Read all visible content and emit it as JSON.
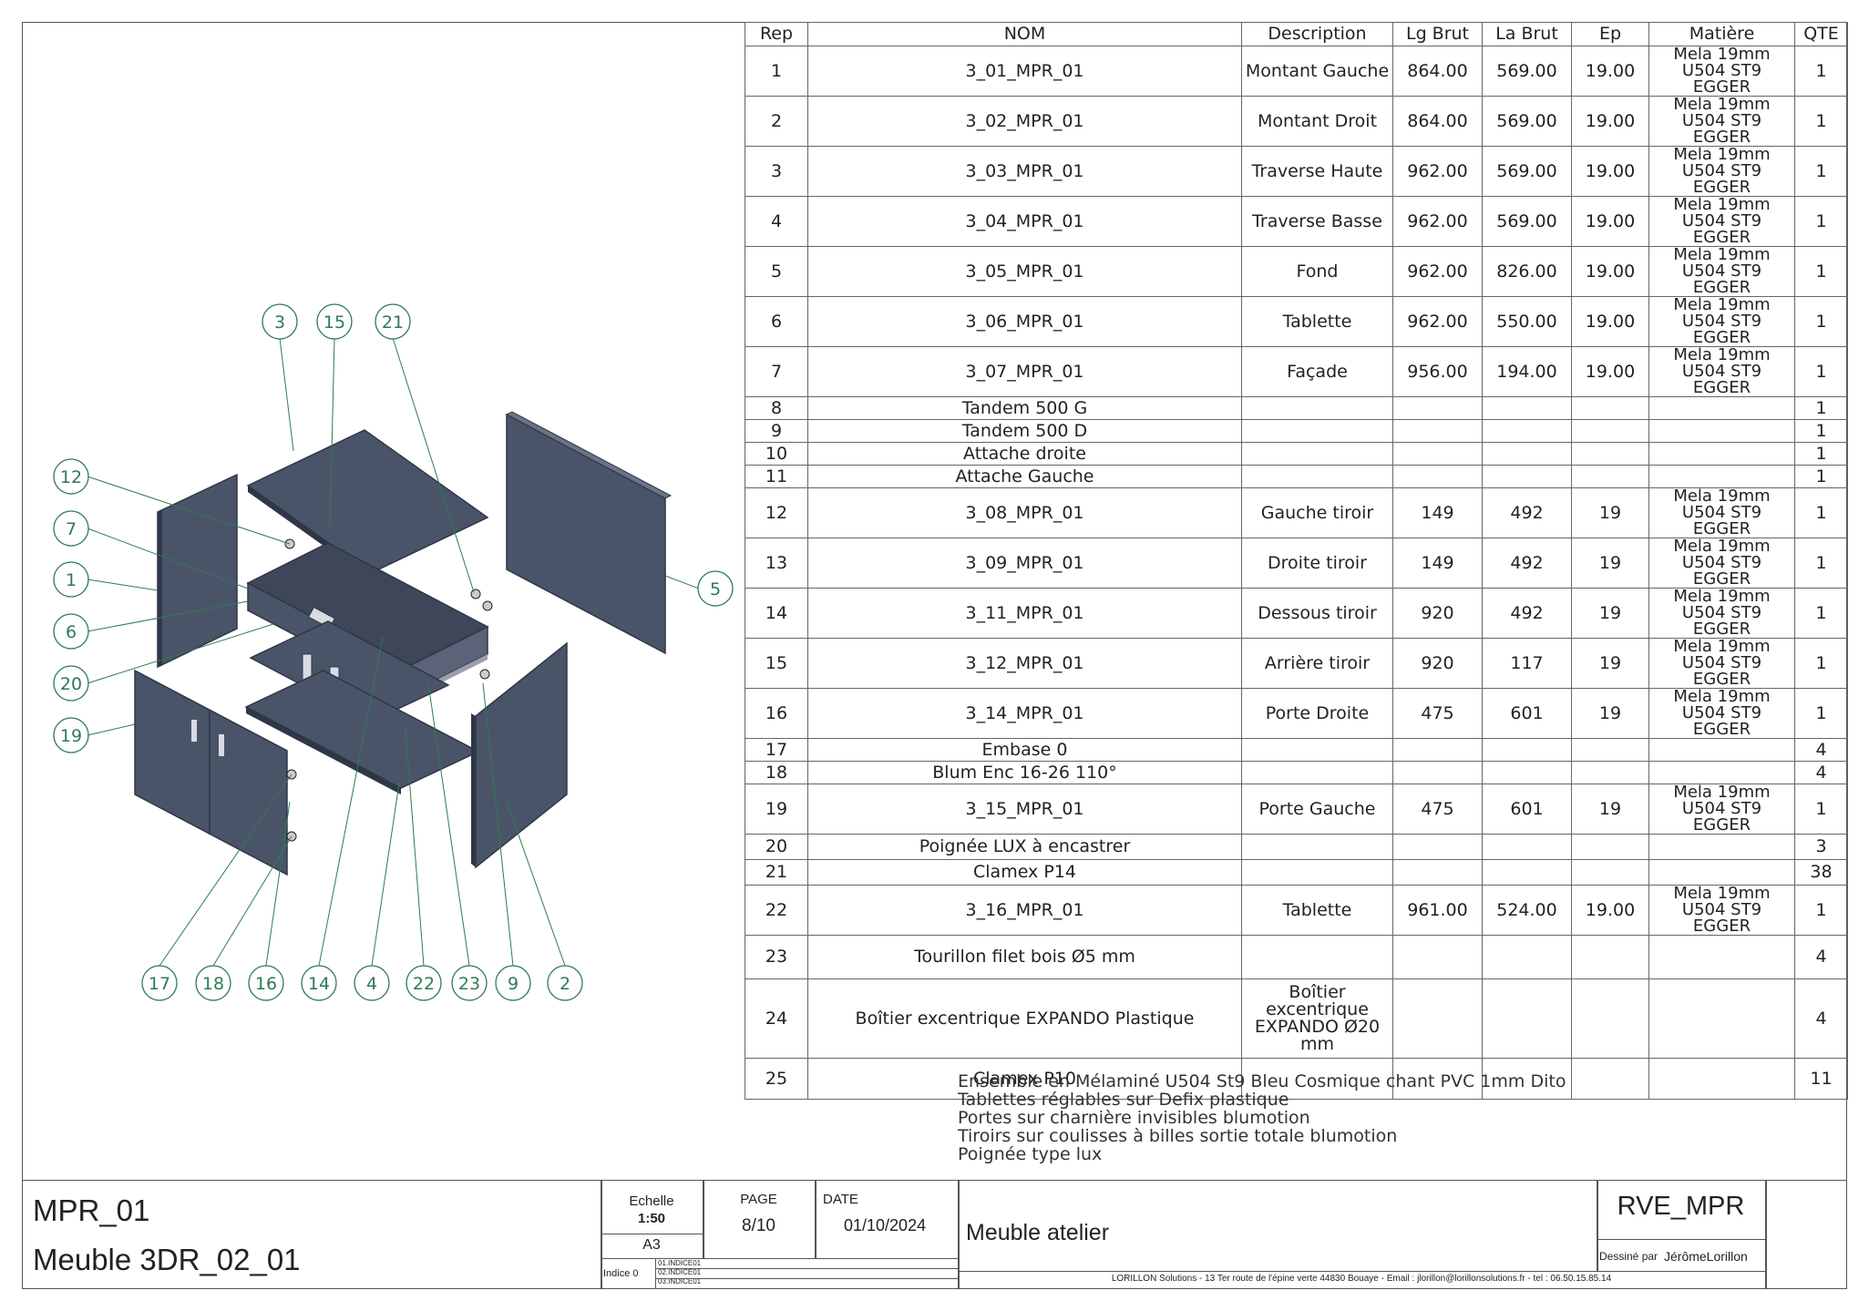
{
  "bom": {
    "headers": [
      "Rep",
      "NOM",
      "Description",
      "Lg Brut",
      "La Brut",
      "Ep",
      "Matière",
      "QTE"
    ],
    "rows": [
      {
        "rep": "1",
        "nom": "3_01_MPR_01",
        "desc": "Montant Gauche",
        "lg": "864.00",
        "la": "569.00",
        "ep": "19.00",
        "mat1": "Mela 19mm",
        "mat2": "U504 ST9 EGGER",
        "qte": "1",
        "h": 45
      },
      {
        "rep": "2",
        "nom": "3_02_MPR_01",
        "desc": "Montant Droit",
        "lg": "864.00",
        "la": "569.00",
        "ep": "19.00",
        "mat1": "Mela 19mm",
        "mat2": "U504 ST9 EGGER",
        "qte": "1",
        "h": 45
      },
      {
        "rep": "3",
        "nom": "3_03_MPR_01",
        "desc": "Traverse Haute",
        "lg": "962.00",
        "la": "569.00",
        "ep": "19.00",
        "mat1": "Mela 19mm",
        "mat2": "U504 ST9 EGGER",
        "qte": "1",
        "h": 45
      },
      {
        "rep": "4",
        "nom": "3_04_MPR_01",
        "desc": "Traverse Basse",
        "lg": "962.00",
        "la": "569.00",
        "ep": "19.00",
        "mat1": "Mela 19mm",
        "mat2": "U504 ST9 EGGER",
        "qte": "1",
        "h": 45
      },
      {
        "rep": "5",
        "nom": "3_05_MPR_01",
        "desc": "Fond",
        "lg": "962.00",
        "la": "826.00",
        "ep": "19.00",
        "mat1": "Mela 19mm",
        "mat2": "U504 ST9 EGGER",
        "qte": "1",
        "h": 45
      },
      {
        "rep": "6",
        "nom": "3_06_MPR_01",
        "desc": "Tablette",
        "lg": "962.00",
        "la": "550.00",
        "ep": "19.00",
        "mat1": "Mela 19mm",
        "mat2": "U504 ST9 EGGER",
        "qte": "1",
        "h": 45
      },
      {
        "rep": "7",
        "nom": "3_07_MPR_01",
        "desc": "Façade",
        "lg": "956.00",
        "la": "194.00",
        "ep": "19.00",
        "mat1": "Mela 19mm",
        "mat2": "U504 ST9 EGGER",
        "qte": "1",
        "h": 45
      },
      {
        "rep": "8",
        "nom": "Tandem 500 G",
        "desc": "",
        "lg": "",
        "la": "",
        "ep": "",
        "mat1": "",
        "mat2": "",
        "qte": "1",
        "h": 25
      },
      {
        "rep": "9",
        "nom": "Tandem 500 D",
        "desc": "",
        "lg": "",
        "la": "",
        "ep": "",
        "mat1": "",
        "mat2": "",
        "qte": "1",
        "h": 25
      },
      {
        "rep": "10",
        "nom": "Attache droite",
        "desc": "",
        "lg": "",
        "la": "",
        "ep": "",
        "mat1": "",
        "mat2": "",
        "qte": "1",
        "h": 25
      },
      {
        "rep": "11",
        "nom": "Attache Gauche",
        "desc": "",
        "lg": "",
        "la": "",
        "ep": "",
        "mat1": "",
        "mat2": "",
        "qte": "1",
        "h": 25
      },
      {
        "rep": "12",
        "nom": "3_08_MPR_01",
        "desc": "Gauche tiroir",
        "lg": "149",
        "la": "492",
        "ep": "19",
        "mat1": "Mela 19mm",
        "mat2": "U504 ST9 EGGER",
        "qte": "1",
        "h": 45
      },
      {
        "rep": "13",
        "nom": "3_09_MPR_01",
        "desc": "Droite tiroir",
        "lg": "149",
        "la": "492",
        "ep": "19",
        "mat1": "Mela 19mm",
        "mat2": "U504 ST9 EGGER",
        "qte": "1",
        "h": 45
      },
      {
        "rep": "14",
        "nom": "3_11_MPR_01",
        "desc": "Dessous tiroir",
        "lg": "920",
        "la": "492",
        "ep": "19",
        "mat1": "Mela 19mm",
        "mat2": "U504 ST9 EGGER",
        "qte": "1",
        "h": 45
      },
      {
        "rep": "15",
        "nom": "3_12_MPR_01",
        "desc": "Arrière tiroir",
        "lg": "920",
        "la": "117",
        "ep": "19",
        "mat1": "Mela 19mm",
        "mat2": "U504 ST9 EGGER",
        "qte": "1",
        "h": 45
      },
      {
        "rep": "16",
        "nom": "3_14_MPR_01",
        "desc": "Porte Droite",
        "lg": "475",
        "la": "601",
        "ep": "19",
        "mat1": "Mela 19mm",
        "mat2": "U504 ST9 EGGER",
        "qte": "1",
        "h": 45
      },
      {
        "rep": "17",
        "nom": "Embase 0",
        "desc": "",
        "lg": "",
        "la": "",
        "ep": "",
        "mat1": "",
        "mat2": "",
        "qte": "4",
        "h": 25
      },
      {
        "rep": "18",
        "nom": "Blum Enc 16-26 110°",
        "desc": "",
        "lg": "",
        "la": "",
        "ep": "",
        "mat1": "",
        "mat2": "",
        "qte": "4",
        "h": 25
      },
      {
        "rep": "19",
        "nom": "3_15_MPR_01",
        "desc": "Porte Gauche",
        "lg": "475",
        "la": "601",
        "ep": "19",
        "mat1": "Mela 19mm",
        "mat2": "U504 ST9 EGGER",
        "qte": "1",
        "h": 45
      },
      {
        "rep": "20",
        "nom": "Poignée LUX à encastrer",
        "desc": "",
        "lg": "",
        "la": "",
        "ep": "",
        "mat1": "",
        "mat2": "",
        "qte": "3",
        "h": 28
      },
      {
        "rep": "21",
        "nom": "Clamex P14",
        "desc": "",
        "lg": "",
        "la": "",
        "ep": "",
        "mat1": "",
        "mat2": "",
        "qte": "38",
        "h": 28
      },
      {
        "rep": "22",
        "nom": "3_16_MPR_01",
        "desc": "Tablette",
        "lg": "961.00",
        "la": "524.00",
        "ep": "19.00",
        "mat1": "Mela 19mm",
        "mat2": "U504 ST9 EGGER",
        "qte": "1",
        "h": 45
      },
      {
        "rep": "23",
        "nom": "Tourillon filet bois Ø5 mm",
        "desc": "",
        "lg": "",
        "la": "",
        "ep": "",
        "mat1": "",
        "mat2": "",
        "qte": "4",
        "h": 48
      },
      {
        "rep": "24",
        "nom": "Boîtier excentrique EXPANDO Plastique",
        "desc": "Boîtier excentrique EXPANDO Ø20 mm",
        "lg": "",
        "la": "",
        "ep": "",
        "mat1": "",
        "mat2": "",
        "qte": "4",
        "h": 87
      },
      {
        "rep": "25",
        "nom": "Clamex P10",
        "desc": "",
        "lg": "",
        "la": "",
        "ep": "",
        "mat1": "",
        "mat2": "",
        "qte": "11",
        "h": 45
      }
    ]
  },
  "balloons": [
    "3",
    "15",
    "21",
    "12",
    "7",
    "1",
    "6",
    "20",
    "19",
    "5",
    "17",
    "18",
    "16",
    "14",
    "4",
    "22",
    "23",
    "9",
    "2"
  ],
  "notes": [
    "Ensemble en Mélaminé U504 St9 Bleu Cosmique chant PVC 1mm Dito",
    "Tablettes réglables sur Defix plastique",
    "Portes sur charnière invisibles blumotion",
    "Tiroirs sur coulisses à billes sortie totale blumotion",
    "Poignée type lux"
  ],
  "title_block": {
    "part_number": "MPR_01",
    "part_name": "Meuble 3DR_02_01",
    "scale_label": "Echelle",
    "scale_value": "1:50",
    "format": "A3",
    "indice_label": "Indice 0",
    "indices": [
      "01.INDICE01",
      "02.INDICE01",
      "03.INDICE01"
    ],
    "page_label": "PAGE",
    "page_value": "8/10",
    "date_label": "DATE",
    "date_value": "01/10/2024",
    "title": "Meuble atelier",
    "project_code": "RVE_MPR",
    "drawn_by_label": "Dessiné par",
    "drawn_by": "JérômeLorillon",
    "company_footer": "LORILLON Solutions - 13 Ter route de l'épine verte 44830 Bouaye - Email : jlorillon@lorillonsolutions.fr - tel : 06.50.15.85.14"
  },
  "colors": {
    "panel": "#4a5468",
    "panel_dark": "#2f3646",
    "balloon": "#2e7a56",
    "line": "#555555"
  }
}
